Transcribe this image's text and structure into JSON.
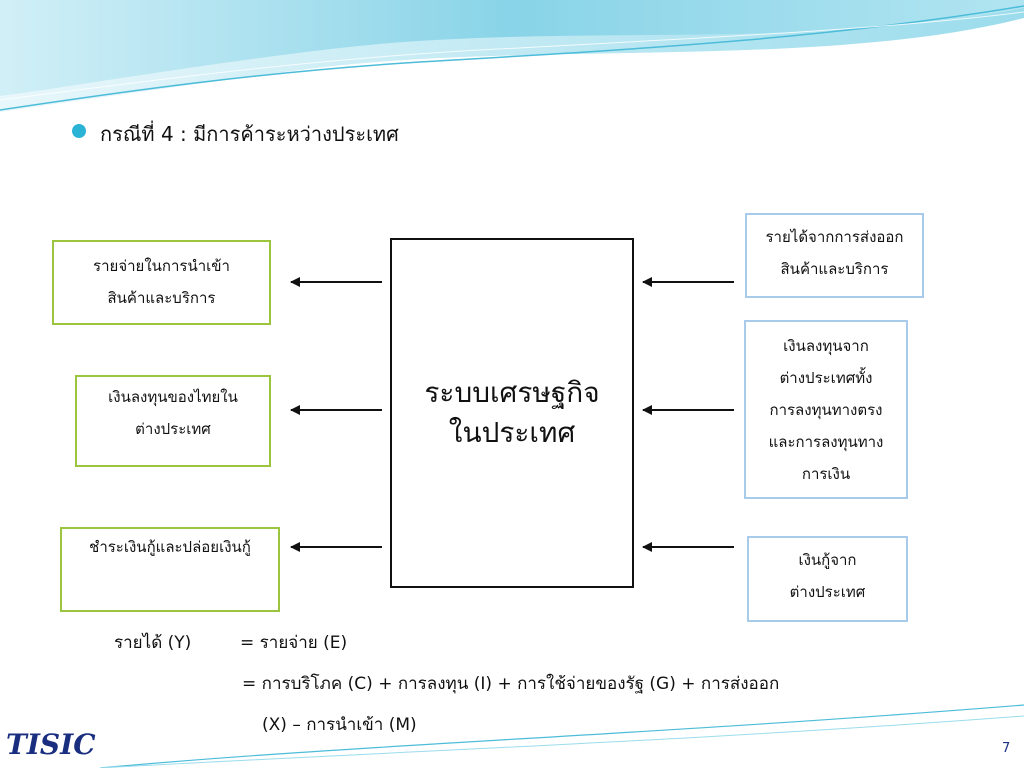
{
  "heading": "กรณีที่ 4 : มีการค้าระหว่างประเทศ",
  "center": "ระบบเศรษฐกิจ\nในประเทศ",
  "left_boxes": [
    {
      "text": "รายจ่ายในการนำเข้า\nสินค้าและบริการ"
    },
    {
      "text": "เงินลงทุนของไทยใน\nต่างประเทศ"
    },
    {
      "text": "ชำระเงินกู้และปล่อยเงินกู้"
    }
  ],
  "right_boxes": [
    {
      "text": "รายได้จากการส่งออก\nสินค้าและบริการ"
    },
    {
      "text": "เงินลงทุนจาก\nต่างประเทศทั้ง\nการลงทุนทางตรง\nและการลงทุนทาง\nการเงิน"
    },
    {
      "text": "เงินกู้จาก\nต่างประเทศ"
    }
  ],
  "equation": {
    "lhs": "รายได้ (Y)",
    "eq1": "= รายจ่าย (E)",
    "eq2": "= การบริโภค (C) + การลงทุน (I) + การใช้จ่ายของรัฐ (G) + การส่งออก",
    "eq3": "(X) – การนำเข้า (M)"
  },
  "footer": {
    "logo": "TISIC",
    "page": "7"
  },
  "colors": {
    "accent_blue": "#2bb3d6",
    "green_border": "#9bc53d",
    "blue_border": "#a9cbeb",
    "logo_blue": "#1a2e80"
  }
}
